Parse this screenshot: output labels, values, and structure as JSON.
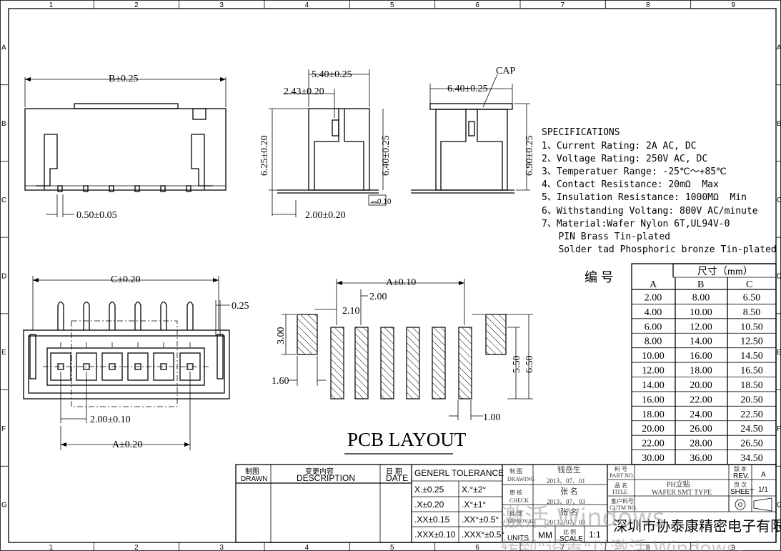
{
  "frame": {
    "columns": [
      "1",
      "2",
      "3",
      "4",
      "5",
      "6",
      "7",
      "8",
      "9"
    ],
    "rows": [
      "A",
      "B",
      "C",
      "D",
      "E",
      "F",
      "G"
    ]
  },
  "side_view": {
    "dim_b": "B±0.25",
    "dim_pin": "0.50±0.05"
  },
  "section_view": {
    "dim_width": "5.40±0.25",
    "dim_offset": "2.43±0.20",
    "dim_h1": "6.25±0.20",
    "dim_h2": "6.40±0.25",
    "dim_pitch": "2.00±0.20",
    "flatness": "0.10"
  },
  "cap_view": {
    "cap_label": "CAP",
    "dim_width": "6.40±0.25",
    "dim_height": "6.90±0.25"
  },
  "top_view": {
    "dim_c": "C±0.20",
    "dim_pin_w": "0.25",
    "dim_pitch": "2.00±0.10",
    "dim_a": "A±0.20"
  },
  "pcb": {
    "title": "PCB LAYOUT",
    "dim_a": "A±0.10",
    "dim_200": "2.00",
    "dim_210": "2.10",
    "dim_300": "3.00",
    "dim_160": "1.60",
    "dim_550": "5.50",
    "dim_650": "6.50",
    "dim_100": "1.00"
  },
  "specs": {
    "heading": "SPECIFICATIONS",
    "lines": [
      "1、Current Rating: 2A AC, DC",
      "2、Voltage Rating: 250V AC, DC",
      "3、Temperatuer Range: -25℃～+85℃",
      "4、Contact Resistance: 20mΩ  Max",
      "5、Insulation Resistance: 1000MΩ  Min",
      "6、Withstanding Voltang: 800V AC/minute",
      "7、Material:Wafer Nylon 6T,UL94V-0",
      "   PIN Brass Tin-plated",
      "   Solder tad Phosphoric bronze Tin-plated"
    ]
  },
  "dim_table": {
    "code_label": "编  号",
    "size_label": "尺寸（mm）",
    "headers": [
      "A",
      "B",
      "C"
    ],
    "rows": [
      [
        "2.00",
        "8.00",
        "6.50"
      ],
      [
        "4.00",
        "10.00",
        "8.50"
      ],
      [
        "6.00",
        "12.00",
        "10.50"
      ],
      [
        "8.00",
        "14.00",
        "12.50"
      ],
      [
        "10.00",
        "16.00",
        "14.50"
      ],
      [
        "12.00",
        "18.00",
        "16.50"
      ],
      [
        "14.00",
        "20.00",
        "18.50"
      ],
      [
        "16.00",
        "22.00",
        "20.50"
      ],
      [
        "18.00",
        "24.00",
        "22.50"
      ],
      [
        "20.00",
        "26.00",
        "24.50"
      ],
      [
        "22.00",
        "28.00",
        "26.50"
      ],
      [
        "30.00",
        "36.00",
        "34.50"
      ]
    ]
  },
  "title_block": {
    "drawn_cn": "制图",
    "drawn": "DRAWN",
    "desc_cn": "变更内容",
    "desc": "DESCRIPTION",
    "date_cn": "日 期",
    "date": "DATE",
    "tol_title": "GENERL  TOLERANCE",
    "tol": [
      [
        "X.±0.25",
        "X.°±2°"
      ],
      [
        ".X±0.20",
        ".X°±1°"
      ],
      [
        ".XX±0.15",
        ".XX°±0.5°"
      ],
      [
        ".XXX±0.10",
        ".XXX°±0.5°"
      ]
    ],
    "drawing_cn": "制 图",
    "drawing": "DRAWING",
    "drawer": "钱岳生",
    "drawing_date": "2013、07、01",
    "check_cn": "审 核",
    "check": "CHECK",
    "checker": "张 名",
    "check_date": "2013、07、03",
    "approval_cn": "批 准",
    "approval": "APPROVAL",
    "approver": "张 名",
    "approval_date": "2013、07、03",
    "units_value": "MM",
    "units": "UNITS",
    "scale_cn": "比 例",
    "scale": "SCALE",
    "scale_value": "1:1",
    "part_cn": "料 号",
    "part": "PART NO.",
    "title_cn": "品 名",
    "title_label": "TITLE",
    "title_value_cn": "PH立贴",
    "title_value": "WAFER SMT TYPE",
    "cust_cn": "客户料号",
    "cust": "CUTM NO.",
    "rev_cn": "版 本",
    "rev": "REV.",
    "rev_value": "A",
    "sheet_cn": "页 次",
    "sheet": "SHEET",
    "sheet_value": "1/1",
    "company": "深圳市协泰康精密电子有限公司"
  },
  "watermark": {
    "line1": "激活 Windows",
    "line2": "转到\"设置\"以激活 Windows。"
  }
}
